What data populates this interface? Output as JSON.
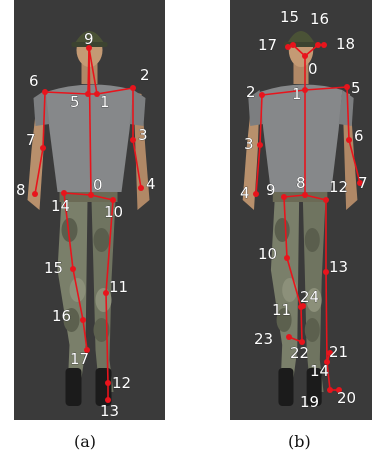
{
  "panels": [
    {
      "id": "a",
      "caption": "(a)",
      "colors": {
        "background": "#3a3a3a",
        "skeleton": "#e8141c"
      },
      "keypoints": [
        "0",
        "1",
        "2",
        "3",
        "4",
        "5",
        "6",
        "7",
        "8",
        "9",
        "10",
        "11",
        "12",
        "13",
        "14",
        "15",
        "16",
        "17"
      ]
    },
    {
      "id": "b",
      "caption": "(b)",
      "colors": {
        "background": "#3a3a3a",
        "skeleton": "#e8141c"
      },
      "keypoints": [
        "0",
        "1",
        "2",
        "3",
        "4",
        "5",
        "6",
        "7",
        "8",
        "9",
        "10",
        "11",
        "12",
        "13",
        "14",
        "15",
        "16",
        "17",
        "18",
        "19",
        "20",
        "21",
        "22",
        "23",
        "24"
      ]
    }
  ]
}
